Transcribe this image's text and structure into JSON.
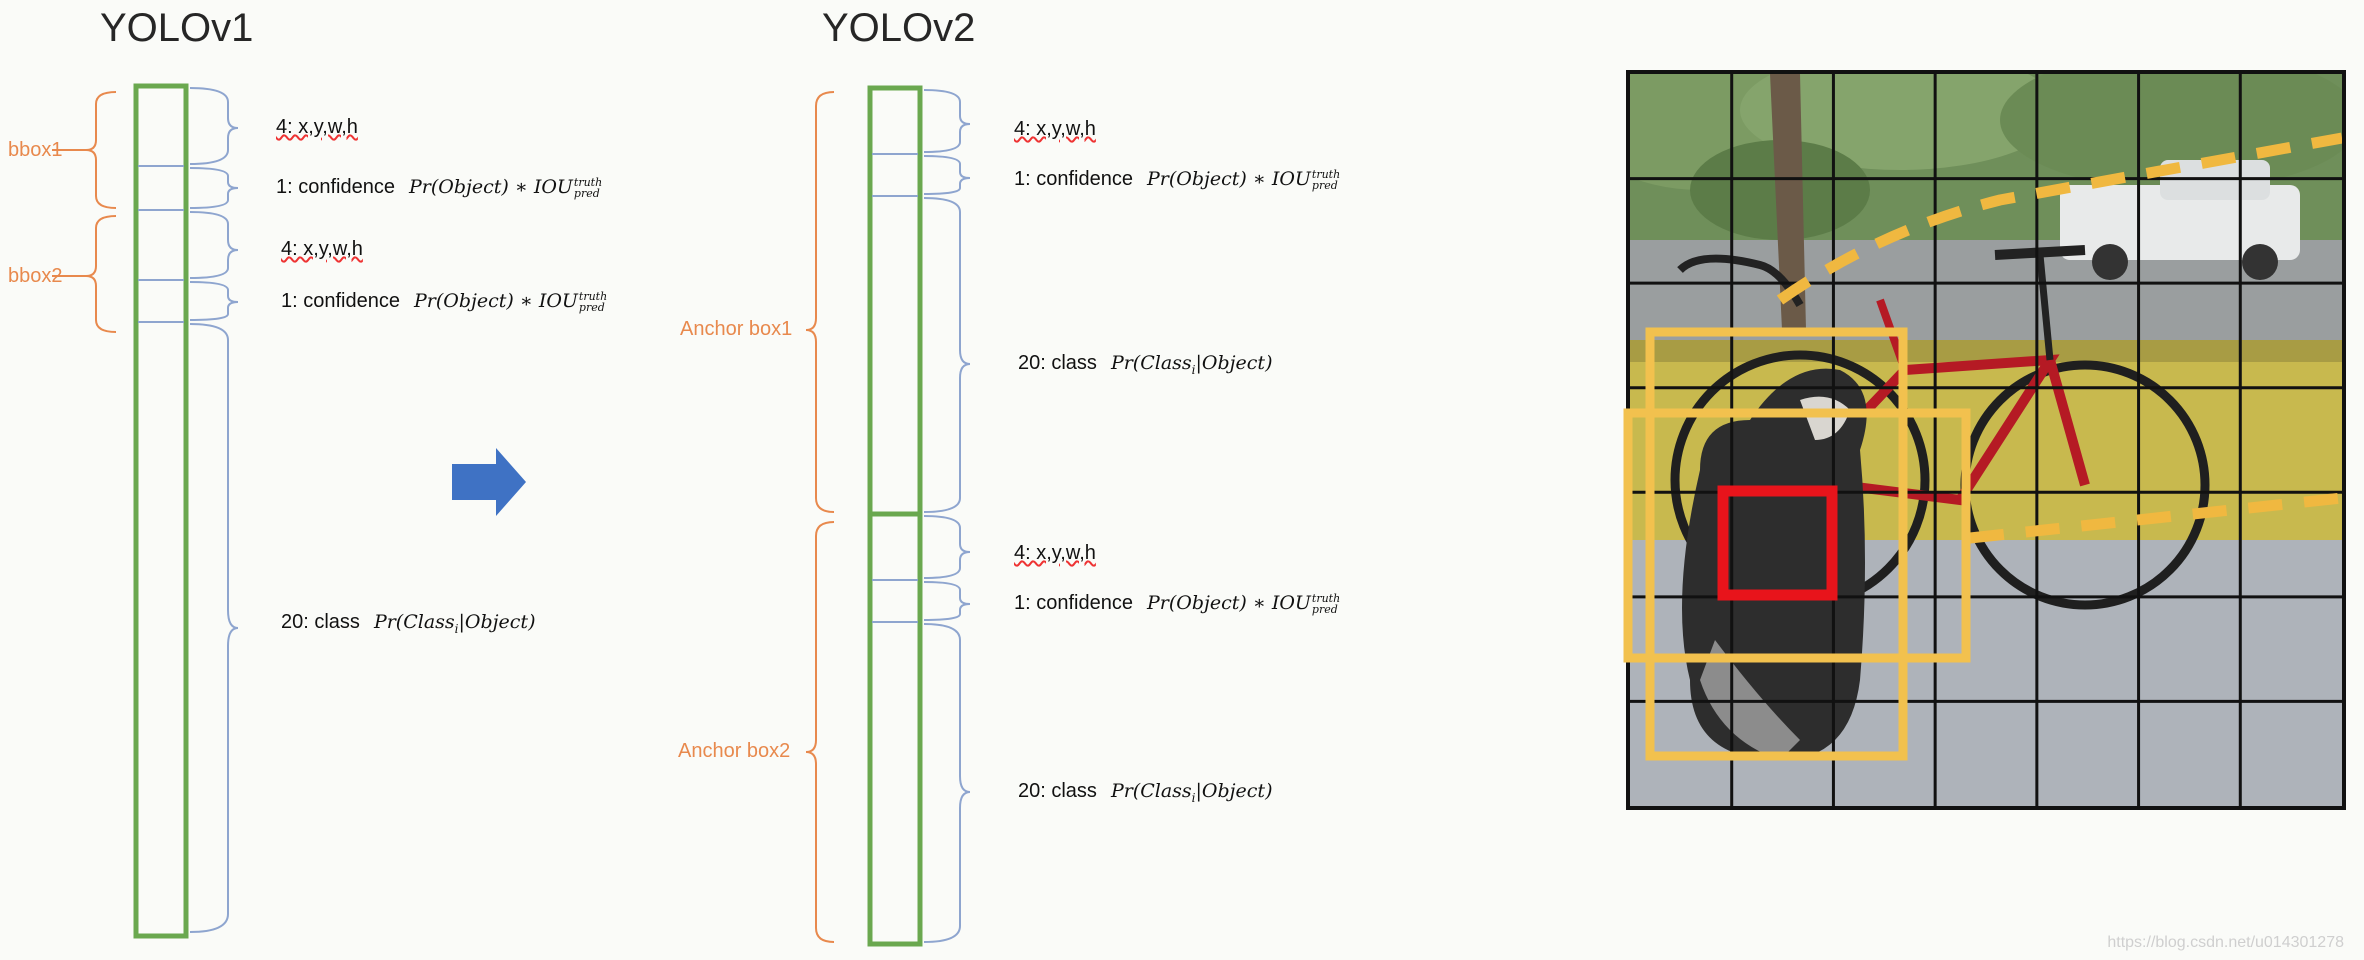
{
  "yolov1": {
    "title": "YOLOv1",
    "bbox1": "bbox1",
    "bbox2": "bbox2",
    "coord_label": "4: x,y,w,h",
    "conf_label": "1: confidence",
    "class_label": "20:  class",
    "conf_formula": "Pr(Object) ∗ IOU",
    "class_formula": "Pr(Class",
    "class_formula_sub": "i",
    "class_formula_tail": "|Object)",
    "iou_sup": "truth",
    "iou_sub": "pred"
  },
  "yolov2": {
    "title": "YOLOv2",
    "anchor1": "Anchor box1",
    "anchor2": "Anchor box2",
    "coord_label": "4: x,y,w,h",
    "conf_label": "1: confidence",
    "class_label": "20:  class",
    "conf_formula": "Pr(Object) ∗ IOU",
    "class_formula": "Pr(Class",
    "class_formula_sub": "i",
    "class_formula_tail": "|Object)",
    "iou_sup": "truth",
    "iou_sub": "pred"
  },
  "image": {
    "grid_size": 7,
    "description_icon": "dog-bicycle-detection-photo"
  },
  "watermark": "https://blog.csdn.net/u014301278",
  "colors": {
    "vector_border": "#6aa84f",
    "brace": "#8ea5cf",
    "side_brace": "#e8894d",
    "arrow": "#3f72c4",
    "anchor_box": "#f2c14e",
    "grid_cell": "#e8141b",
    "dashed_line": "#f0b840"
  }
}
